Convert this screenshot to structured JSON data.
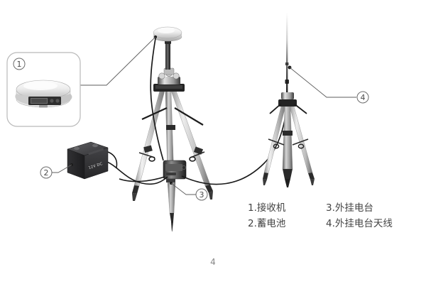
{
  "page": {
    "background_color": "#ffffff",
    "page_number": "4",
    "line_color": "#2b2b2b",
    "callout_circle_color": "#6b6b6b",
    "text_color": "#434343"
  },
  "inset": {
    "name": "receiver-inset-box",
    "callout": "1",
    "border_color": "#b9b9b9",
    "device": "gnss-receiver"
  },
  "callouts": [
    {
      "id": "1",
      "label": "1",
      "target": "gnss-receiver-inset"
    },
    {
      "id": "2",
      "label": "2",
      "target": "battery"
    },
    {
      "id": "3",
      "label": "3",
      "target": "external-radio"
    },
    {
      "id": "4",
      "label": "4",
      "target": "external-radio-antenna"
    }
  ],
  "battery": {
    "name": "battery-12v",
    "face_text": "12V DC",
    "body_color": "#3a3a3c",
    "top_color": "#4c4c4e"
  },
  "legend": {
    "items": [
      {
        "num": "1",
        "text": "1.接收机"
      },
      {
        "num": "3",
        "text": "3.外挂电台"
      },
      {
        "num": "2",
        "text": "2.蓄电池"
      },
      {
        "num": "4",
        "text": "4.外挂电台天线"
      }
    ],
    "column_left": [
      "1.接收机",
      "2.蓄电池"
    ],
    "column_right": [
      "3.外挂电台",
      "4.外挂电台天线"
    ]
  },
  "equipment": {
    "left_tripod": "survey-tripod-with-receiver",
    "right_tripod": "survey-tripod-with-antenna",
    "antenna": "whip-antenna",
    "cables": [
      "battery-to-radio-cable",
      "radio-to-antenna-cable",
      "receiver-to-inset-leader"
    ]
  }
}
